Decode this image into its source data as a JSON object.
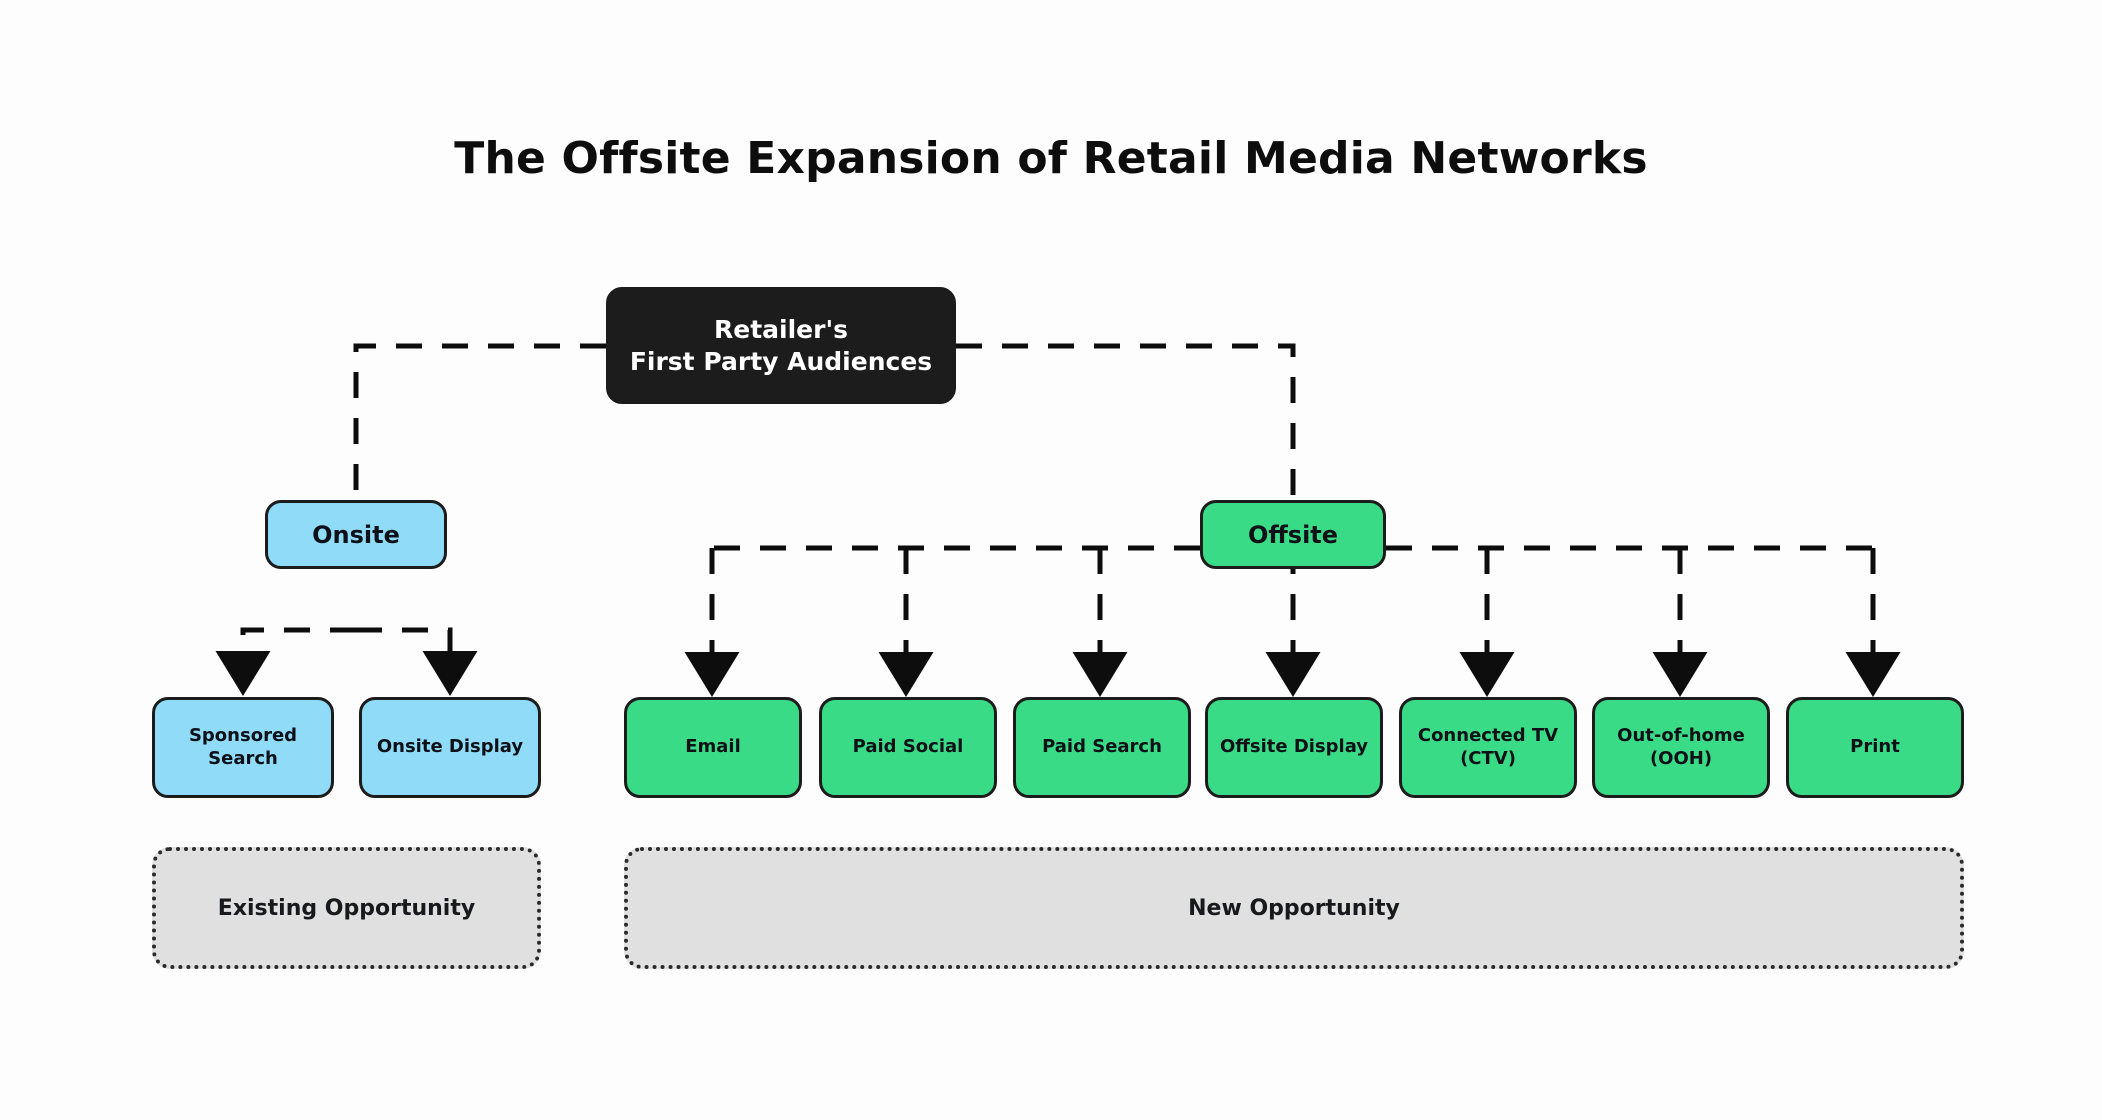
{
  "page": {
    "title": "The Offsite Expansion of Retail Media Networks",
    "background": "#fdfdfd"
  },
  "colors": {
    "onsite_fill": "#90DCF8",
    "offsite_fill": "#3ADB87",
    "root_fill": "#1c1c1c",
    "legend_fill": "#E0E0E0",
    "stroke": "#1c1c1c"
  },
  "diagram": {
    "type": "flow-tree",
    "root": {
      "id": "root",
      "line1": "Retailer's",
      "line2": "First Party Audiences",
      "style": "root"
    },
    "branches": [
      {
        "id": "onsite",
        "label": "Onsite",
        "style": "blue",
        "children": [
          {
            "id": "sponsored-search",
            "label": "Sponsored Search",
            "style": "blue"
          },
          {
            "id": "onsite-display",
            "label": "Onsite Display",
            "style": "blue"
          }
        ]
      },
      {
        "id": "offsite",
        "label": "Offsite",
        "style": "green",
        "children": [
          {
            "id": "email",
            "label": "Email",
            "style": "green"
          },
          {
            "id": "paid-social",
            "label": "Paid Social",
            "style": "green"
          },
          {
            "id": "paid-search",
            "label": "Paid Search",
            "style": "green"
          },
          {
            "id": "offsite-display",
            "label": "Offsite Display",
            "style": "green"
          },
          {
            "id": "connected-tv",
            "label": "Connected TV (CTV)",
            "style": "green"
          },
          {
            "id": "out-of-home",
            "label": "Out-of-home (OOH)",
            "style": "green"
          },
          {
            "id": "print",
            "label": "Print",
            "style": "green"
          }
        ]
      }
    ],
    "legends": [
      {
        "id": "existing",
        "label": "Existing Opportunity"
      },
      {
        "id": "new",
        "label": "New Opportunity"
      }
    ]
  }
}
